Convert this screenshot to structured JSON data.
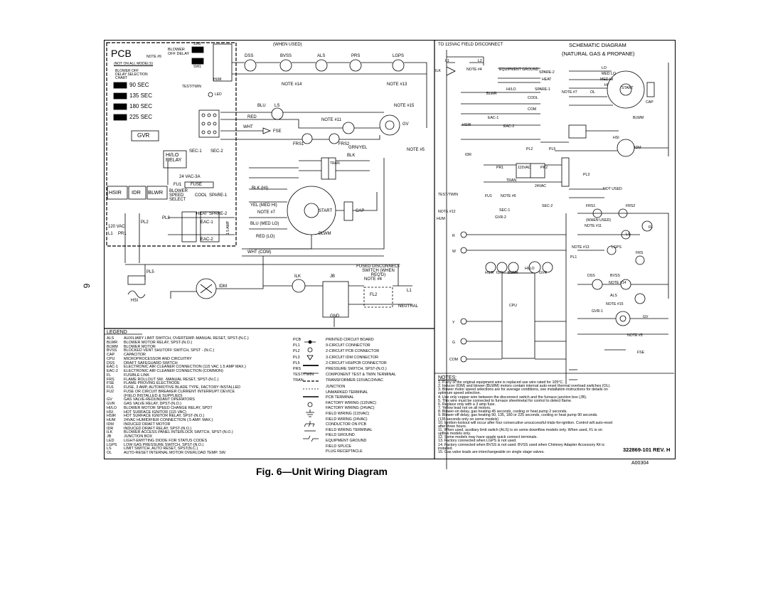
{
  "page_number": "6",
  "figure_caption": "Fig. 6—Unit Wiring Diagram",
  "figure_id": "A00304",
  "revision": "322869-101 REV. H",
  "left_diagram": {
    "pcb_label": "PCB",
    "gvr_label": "GVR",
    "hilo_relay_label": "HI/LO RELAY",
    "blower_off_delay_chart": "BLOWER OFF DELAY SELECTION CHART",
    "delay_options": [
      "90  SEC",
      "135 SEC",
      "180 SEC",
      "225 SEC"
    ],
    "relay_boxes": [
      "HSIR",
      "IDR",
      "BLWR"
    ],
    "switch_labels": [
      "BLOWER OFF DELAY",
      "SW2",
      "SW1",
      "TEST/TWIN",
      "LED",
      "HUM",
      "NOTE #9",
      "(NOT ON ALL MODELS)"
    ],
    "wire_labels": [
      "BLU",
      "RED",
      "WHT",
      "GRN/YEL",
      "BLK",
      "YEL (MED HI)",
      "BLU (MED LO)",
      "RED  (LO)",
      "BLK  (HI)",
      "WHT (COM)"
    ],
    "components": [
      "DSS",
      "BVSS",
      "ALS",
      "PRS",
      "LGPS",
      "LS",
      "GV",
      "FSE",
      "FRS1",
      "FRS2",
      "TRAN",
      "CAP",
      "START",
      "BLWM",
      "IDM",
      "HSI",
      "ILK",
      "JB",
      "FL2",
      "L1",
      "NEUTRAL",
      "GND"
    ],
    "misc_labels": [
      "24 VAC-3A",
      "FUSE",
      "FU1",
      "BLOWER SPEED SELECT",
      "HEAT",
      "COOL",
      "SPARE-1",
      "SPARE-2",
      "EAC-1",
      "EAC-2",
      "1.5 AMP",
      "120 VAC",
      "L1",
      "PR1",
      "PL2",
      "PL3",
      "PL5",
      "SEC-1",
      "SEC-2",
      "FUSED DISCONNECT SWITCH (WHEN REQ'D)",
      "NOTE #4",
      "NOTE #5",
      "NOTE #7",
      "NOTE #11",
      "NOTE #13",
      "NOTE #14",
      "NOTE #15",
      "(WHEN USED)"
    ]
  },
  "legend": {
    "title": "LEGEND",
    "col1": [
      [
        "ALS",
        "AUXILIARY LIMIT SWITCH, OVERTEMP.-MANUAL RESET, SPST-(N.C.)"
      ],
      [
        "BLWR",
        "BLOWER MOTOR RELAY, SPST-(N.O.)"
      ],
      [
        "BLWM",
        "BLOWER MOTOR"
      ],
      [
        "BVSS",
        "BLOCKED VENT SHUTOFF SWITCH, SPST - (N.C.)"
      ],
      [
        "CAP",
        "CAPACITOR"
      ],
      [
        "CPU",
        "MICROPROCESSOR AND CIRCUITRY"
      ],
      [
        "DSS",
        "DRAFT SAFEGUARD SWITCH"
      ],
      [
        "EAC-1",
        "ELECTRONIC AIR CLEANER CONNECTION (115 VAC 1.5 AMP MAX.)"
      ],
      [
        "EAC-2",
        "ELECTRONIC AIR CLEANER CONNECTION (COMMON)"
      ],
      [
        "FL",
        "FUSIBLE LINK"
      ],
      [
        "FRS",
        "FLAME ROLLOUT SW. -MANUAL RESET, SPST-(N.C.)"
      ],
      [
        "FSE",
        "FLAME PROVING ELECTRODE"
      ],
      [
        "FU1",
        "FUSE, 3 AMP, AUTOMOTIVE BLADE TYPE, FACTORY INSTALLED"
      ],
      [
        "FU2",
        "FUSE OR CIRCUIT BREAKER CURRENT INTERRUPT DEVICE"
      ],
      [
        "",
        "(FIELD INSTALLED & SUPPLIED)"
      ],
      [
        "GV",
        "GAS VALVE-REDUNDANT OPERATORS"
      ],
      [
        "GVR",
        "GAS VALVE RELAY, DPST-(N.O.)"
      ],
      [
        "HI/LO",
        "BLOWER MOTOR SPEED CHANGE RELAY, SPDT"
      ],
      [
        "HSI",
        "HOT SURFACE IGNITOR (115 VAC)"
      ],
      [
        "HSIR",
        "HOT SURFACE IGNITOR RELAY, SPST-(N.O.)"
      ],
      [
        "HUM",
        "24VAC HUMIDIFIER CONNECTION (.5 AMP. MAX.)"
      ],
      [
        "IDM",
        "INDUCED DRAFT MOTOR"
      ],
      [
        "IDR",
        "INDUCED DRAFT RELAY, SPST-(N.O.)"
      ],
      [
        "ILK",
        "BLOWER ACCESS PANEL INTERLOCK SWITCH, SPST-(N.O.)"
      ],
      [
        "JB",
        "JUNCTION BOX"
      ],
      [
        "LED",
        "LIGHT-EMITTING DIODE FOR STATUS CODES"
      ],
      [
        "LGPS",
        "LOW GAS PRESSURE SWITCH, SPST-(N.O.)"
      ],
      [
        "LS",
        "LIMIT SWITCH, AUTO RESET, SPST(N.C.)"
      ],
      [
        "OL",
        "AUTO-RESET INTERNAL MOTOR OVERLOAD TEMP. SW."
      ]
    ],
    "col2": [
      [
        "PCB",
        "PRINTED CIRCUIT BOARD"
      ],
      [
        "PL1",
        "9-CIRCUIT CONNECTOR"
      ],
      [
        "PL2",
        "2-CIRCUIT PCB CONNECTOR"
      ],
      [
        "PL3",
        "3-CIRCUIT IDM CONNECTOR"
      ],
      [
        "PL5",
        "2-CIRCUIT HSI/PCB CONNECTOR"
      ],
      [
        "PRS",
        "PRESSURE SWITCH, SPST-(N.O.)"
      ],
      [
        "TEST/TWIN",
        "COMPONENT TEST & TWIN TERMINAL"
      ],
      [
        "TRAN",
        "TRANSFORMER-115VAC/24VAC"
      ]
    ],
    "symbols": [
      "JUNCTION",
      "UNMARKED TERMINAL",
      "PCB TERMINAL",
      "FACTORY WIRING (115VAC)",
      "FACTORY WIRING (24VAC)",
      "FIELD WIRING (115VAC)",
      "FIELD WIRING (24VAC)",
      "CONDUCTOR ON PCB",
      "FIELD WIRING TERMINAL",
      "FIELD GROUND",
      "EQUIPMENT GROUND",
      "FIELD SPLICE",
      "PLUG RECEPTACLE"
    ]
  },
  "right_diagram": {
    "title_line1": "SCHEMATIC DIAGRAM",
    "title_line2": "(NATURAL GAS & PROPANE)",
    "top_label": "TO 115VAC FIELD DISCONNECT",
    "labels": [
      "L1",
      "L2",
      "NOTE #4",
      "EQUIPMENT GROUND",
      "ILK",
      "SPARE-2",
      "HEAT",
      "SPARE-1",
      "HI/LO",
      "COOL",
      "COM",
      "EAC-1",
      "EAC-2",
      "HSIR",
      "BLWR",
      "LO",
      "MED LO",
      "MED HI",
      "HI",
      "START",
      "OL",
      "CAP",
      "BLWM",
      "NOTE #7",
      "HSI",
      "IDM",
      "PL2",
      "PL5",
      "IDR",
      "PR1",
      "115VAC",
      "PR2",
      "TRAN",
      "24VAC",
      "PL3",
      "NOT USED",
      "TEST/TWIN",
      "FU1",
      "NOTE #6",
      "SEC-2",
      "SEC-1",
      "GVR-2",
      "GVR-1",
      "NOTE #12",
      "HUM",
      "FRS1",
      "FRS2",
      "(WHEN USED)",
      "NOTE #11",
      "FL",
      "LS",
      "R",
      "W",
      "Y",
      "G",
      "COM",
      "NOTE #13",
      "LGPS",
      "FRS",
      "PL1",
      "DSS",
      "BVSS",
      "NOTE #14",
      "ALS",
      "NOTE #15",
      "GV",
      "NOTE #5",
      "FSE",
      "CPU",
      "HSIR",
      "IDR",
      "BLWR",
      "HI/LO",
      "GVR"
    ]
  },
  "notes": {
    "title": "NOTES:",
    "items": [
      "1.  If any of the original equipment wire is replaced use wire rated for 105°C.",
      "2.  Inducer (IDM) and blower (BLWM) motors contain internal auto-reset thermal overload switches (OL).",
      "3.  Blower motor speed selections are for average conditions, see installation instructions for details on",
      "     optimum speed selection.",
      "4.  Use only copper wire between the disconnect switch and the furnace junction box (JB).",
      "5.  This wire must be connected to furnace sheetmetal for control to detect flame.",
      "6.  Replace only with a 3 amp fuse.",
      "7.  Yellow lead not on all motors.",
      "8.  Blower-on delay, gas heating 45 seconds, cooling or heat pump 2 seconds.",
      "9.  Blower-off delay, gas heating 90, 135, 180 or 225 seconds, cooling or heat pump 90 seconds.",
      "     (135 seconds only on some models)",
      "10. Ignition-lockout will occur after four consecutive unsuccessful trials-for-ignition. Control will auto-reset",
      "     after three hours.",
      "11. When used, auxiliary limit switch (ALS) is on some downflow models only. When used, FL is on",
      "     upflow models only.",
      "12. Some models may have spade quick connect terminals.",
      "13. Factory connected when LGPS is not used.",
      "14. Factory connected when BVSS is not used. BVSS used when Chimney Adapter Accessory Kit is",
      "     installed.",
      "15. Gas valve leads are interchangeable on single stage valves."
    ]
  }
}
